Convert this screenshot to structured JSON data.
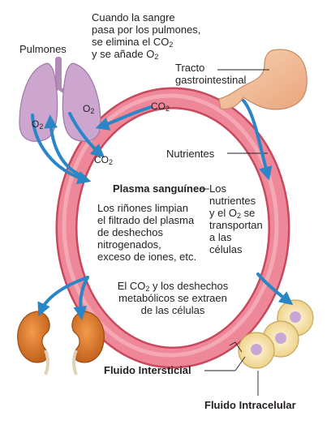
{
  "labels": {
    "lung_caption": [
      "Cuando la sangre",
      "pasa por los pulmones,",
      "se elimina el CO",
      "y se añade O"
    ],
    "pulmones": "Pulmones",
    "tracto": [
      "Tracto",
      "gastrointestinal"
    ],
    "nutrientes": "Nutrientes",
    "plasma": "Plasma sanguíneo",
    "kidney_text": [
      "Los riñones limpian",
      "el filtrado del plasma",
      "de deshechos",
      "nitrogenados,",
      "exceso de iones, etc."
    ],
    "nutrients_text": [
      "Los",
      "nutrientes",
      "y el O",
      "se",
      "transportan",
      "a las",
      "células"
    ],
    "cells_text": [
      "El CO",
      "y los deshechos",
      "metabólicos se extraen",
      "de las células"
    ],
    "fluido_intersticial": "Fluido Intersticial",
    "fluido_intracelular": "Fluido Intracelular",
    "co2": "CO",
    "o2": "O",
    "sub2": "2"
  },
  "colors": {
    "ring": "#e8788a",
    "ring_dark": "#c8485c",
    "arrow": "#2a86c6",
    "lung": "#c9a0cc",
    "kidney": "#d9782a",
    "stomach": "#f2c09a",
    "cell": "#f7e4a8"
  }
}
